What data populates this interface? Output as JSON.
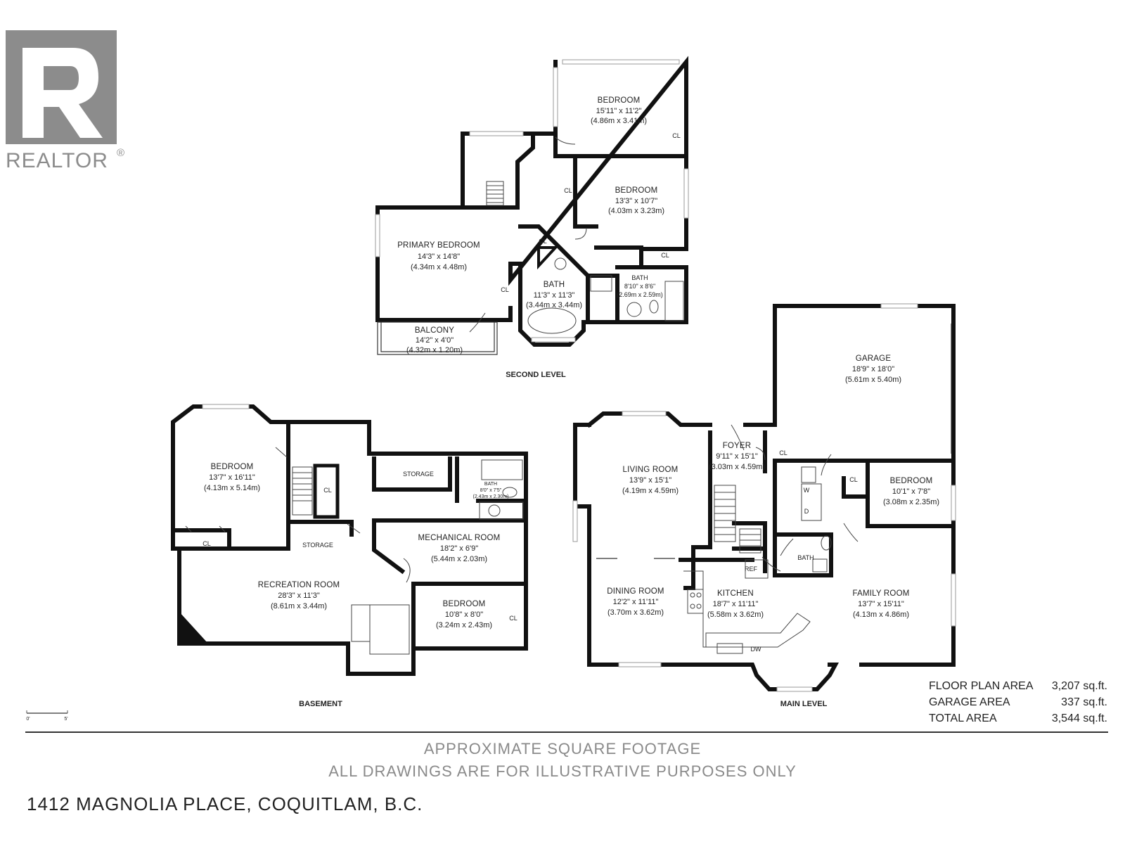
{
  "logo": {
    "wordmark": "REALTOR",
    "mark": "®"
  },
  "levels": {
    "second": "SECOND LEVEL",
    "basement": "BASEMENT",
    "main": "MAIN LEVEL"
  },
  "rooms": {
    "second": {
      "bedroom1": {
        "name": "BEDROOM",
        "imperial": "15'11\" x 11'2\"",
        "metric": "(4.86m x 3.41m)"
      },
      "bedroom2": {
        "name": "BEDROOM",
        "imperial": "13'3\" x 10'7\"",
        "metric": "(4.03m x 3.23m)"
      },
      "primary": {
        "name": "PRIMARY BEDROOM",
        "imperial": "14'3\" x 14'8\"",
        "metric": "(4.34m x 4.48m)"
      },
      "bath_ensuite": {
        "name": "BATH",
        "imperial": "11'3\" x 11'3\"",
        "metric": "(3.44m x 3.44m)"
      },
      "bath2": {
        "name": "BATH",
        "imperial": "8'10\" x 8'6\"",
        "metric": "(2.69m x 2.59m)"
      },
      "balcony": {
        "name": "BALCONY",
        "imperial": "14'2\" x 4'0\"",
        "metric": "(4.32m x 1.20m)"
      }
    },
    "basement": {
      "bedroom1": {
        "name": "BEDROOM",
        "imperial": "13'7\" x 16'11\"",
        "metric": "(4.13m x 5.14m)"
      },
      "storage1": {
        "name": "STORAGE"
      },
      "storage2": {
        "name": "STORAGE"
      },
      "bath": {
        "name": "BATH",
        "imperial": "8'0\" x 7'5\"",
        "metric": "(2.43m x 2.30m)"
      },
      "mechanical": {
        "name": "MECHANICAL ROOM",
        "imperial": "18'2\" x 6'9\"",
        "metric": "(5.44m x 2.03m)"
      },
      "recreation": {
        "name": "RECREATION ROOM",
        "imperial": "28'3\" x 11'3\"",
        "metric": "(8.61m x 3.44m)"
      },
      "bedroom2": {
        "name": "BEDROOM",
        "imperial": "10'8\" x 8'0\"",
        "metric": "(3.24m x 2.43m)"
      }
    },
    "main": {
      "garage": {
        "name": "GARAGE",
        "imperial": "18'9\" x 18'0\"",
        "metric": "(5.61m x 5.40m)"
      },
      "foyer": {
        "name": "FOYER",
        "imperial": "9'11\" x 15'1\"",
        "metric": "(3.03m x 4.59m)"
      },
      "living": {
        "name": "LIVING ROOM",
        "imperial": "13'9\" x 15'1\"",
        "metric": "(4.19m x 4.59m)"
      },
      "bedroom": {
        "name": "BEDROOM",
        "imperial": "10'1\" x 7'8\"",
        "metric": "(3.08m x 2.35m)"
      },
      "dining": {
        "name": "DINING ROOM",
        "imperial": "12'2\" x 11'11\"",
        "metric": "(3.70m x 3.62m)"
      },
      "kitchen": {
        "name": "KITCHEN",
        "imperial": "18'7\" x 11'11\"",
        "metric": "(5.58m x 3.62m)"
      },
      "family": {
        "name": "FAMILY ROOM",
        "imperial": "13'7\" x 15'11\"",
        "metric": "(4.13m x 4.86m)"
      },
      "bath": {
        "name": "BATH"
      }
    }
  },
  "fixtures": {
    "closet": "CL",
    "fridge": "REF",
    "washer": "W",
    "dryer": "D",
    "dishwasher": "DW"
  },
  "scale": {
    "start": "0'",
    "end": "5'"
  },
  "areas": [
    {
      "label": "FLOOR PLAN AREA",
      "value": "3,207 sq.ft."
    },
    {
      "label": "GARAGE AREA",
      "value": "337 sq.ft."
    },
    {
      "label": "TOTAL AREA",
      "value": "3,544 sq.ft."
    }
  ],
  "notes": {
    "line1": "APPROXIMATE SQUARE FOOTAGE",
    "line2": "ALL DRAWINGS ARE FOR ILLUSTRATIVE PURPOSES ONLY"
  },
  "address": "1412 MAGNOLIA PLACE, COQUITLAM, B.C."
}
